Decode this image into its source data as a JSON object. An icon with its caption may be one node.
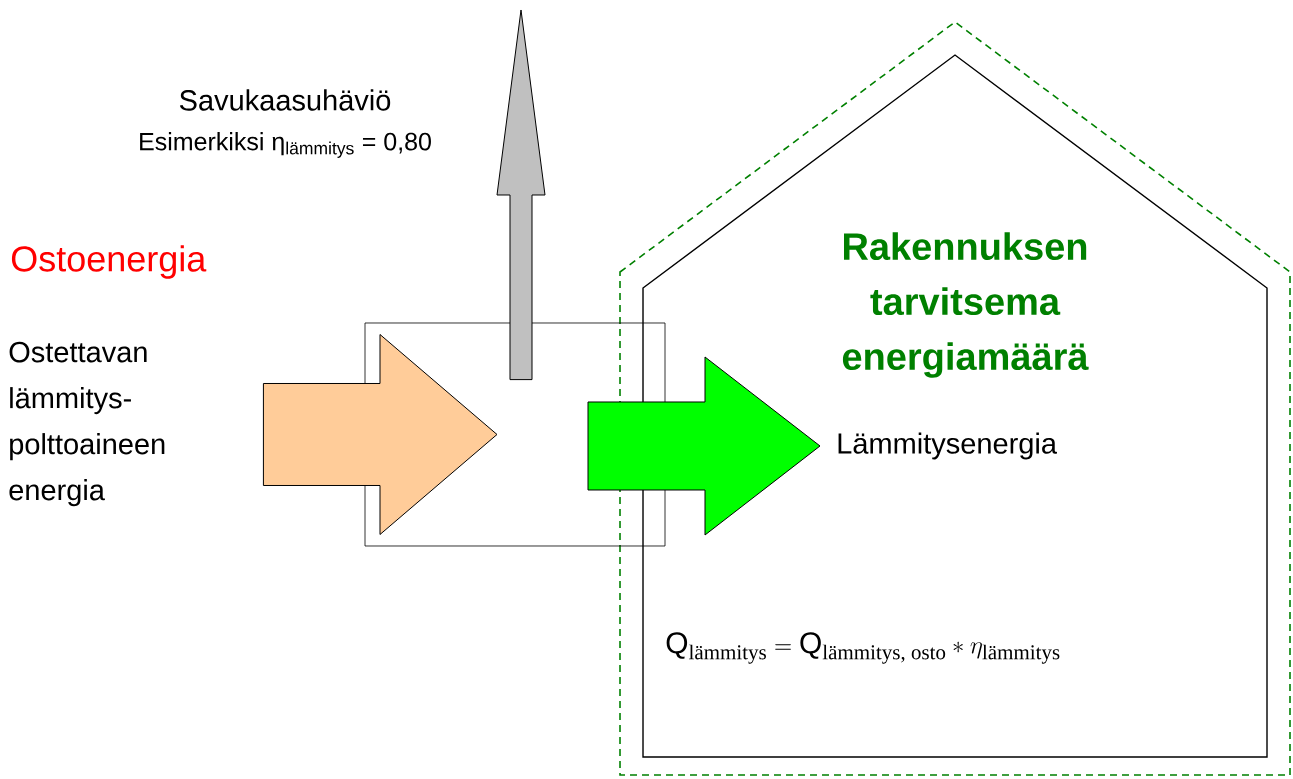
{
  "diagram": {
    "nodes": [
      {
        "text": [
          "Ostettavan lämmitys-polttoaineen energia"
        ]
      },
      {
        "text": [],
        "shape": "box"
      },
      {
        "text": [
          "Rakennuksen tarvitsema energiamäärä",
          "\\mathrm{Q}_{\\text{lämmitys}} = \\mathrm{Q}_{\\text{lämmitys, osto}} * \\eta_{\\text{lämmitys}}"
        ]
      },
      {
        "text": [
          "Lämmitysenergia"
        ],
        "in": 2
      }
    ],
    "edges": [
      {
        "from": 0,
        "to": 1,
        "arrow": "to",
        "color": "#ffcc99"
      },
      {
        "from": 1,
        "to": null,
        "arrow": "to",
        "color": "#c0c0c0"
      },
      {
        "from": 1,
        "to": 3,
        "arrow": "to",
        "color": "#00ff00"
      }
    ],
    "labels": [
      "Ostoenergia",
      "Savukaasuhäviö",
      "Esimerkiksi η$_{lämmitys}$ = 0,80"
    ]
  }
}
